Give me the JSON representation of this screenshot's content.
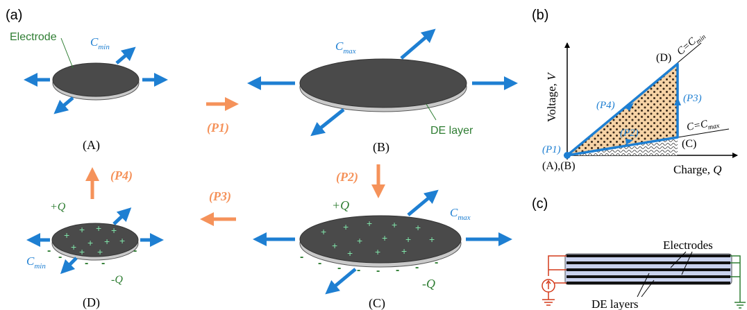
{
  "panels": {
    "a": "(a)",
    "b": "(b)",
    "c": "(c)"
  },
  "states": {
    "A": "(A)",
    "B": "(B)",
    "C": "(C)",
    "D": "(D)"
  },
  "processes": {
    "p1": "(P1)",
    "p2": "(P2)",
    "p3": "(P3)",
    "p4": "(P4)"
  },
  "labels": {
    "electrode": "Electrode",
    "de_layer": "DE layer",
    "cmin_base": "C",
    "cmin_sub": "min",
    "cmax_base": "C",
    "cmax_sub": "max",
    "plus_q": "+Q",
    "minus_q": "-Q"
  },
  "plot": {
    "ylabel_base": "Voltage, ",
    "ylabel_var": "V",
    "xlabel_base": "Charge, ",
    "xlabel_var": "Q",
    "line_cmin": "C=C",
    "line_cmin_sub": "min",
    "line_cmax": "C=C",
    "line_cmax_sub": "max",
    "origin_label": "(A),(B)",
    "point_c": "(C)",
    "point_d": "(D)"
  },
  "circuit": {
    "electrodes": "Electrodes",
    "de_layers": "DE layers"
  },
  "colors": {
    "arrow_blue": "#1e7fd2",
    "arrow_orange": "#f5925a",
    "electrode_gray": "#4a4a4a",
    "green_text": "#2e7d32",
    "plus_green": "#7fe3a8",
    "fill_orange": "#f6d3a6"
  }
}
